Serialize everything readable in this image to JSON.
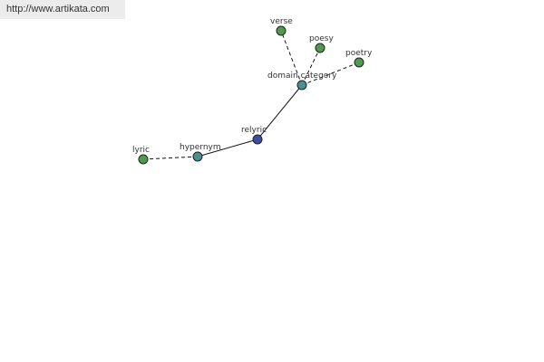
{
  "source_url": "http://www.artikata.com",
  "graph": {
    "nodes": [
      {
        "id": "relyric",
        "label": "relyric",
        "role": "center",
        "color": "#3a4fa0"
      },
      {
        "id": "hypernym",
        "label": "hypernym",
        "role": "relation",
        "color": "#4a9090"
      },
      {
        "id": "domain_category",
        "label": "domain category",
        "role": "relation",
        "color": "#4a9090"
      },
      {
        "id": "lyric",
        "label": "lyric",
        "role": "term",
        "color": "#4f9a4f"
      },
      {
        "id": "verse",
        "label": "verse",
        "role": "term",
        "color": "#4f9a4f"
      },
      {
        "id": "poesy",
        "label": "poesy",
        "role": "term",
        "color": "#4f9a4f"
      },
      {
        "id": "poetry",
        "label": "poetry",
        "role": "term",
        "color": "#4f9a4f"
      }
    ],
    "edges": [
      {
        "from": "relyric",
        "to": "hypernym",
        "style": "solid"
      },
      {
        "from": "relyric",
        "to": "domain_category",
        "style": "solid"
      },
      {
        "from": "hypernym",
        "to": "lyric",
        "style": "dashed"
      },
      {
        "from": "domain_category",
        "to": "verse",
        "style": "dashed"
      },
      {
        "from": "domain_category",
        "to": "poesy",
        "style": "dashed"
      },
      {
        "from": "domain_category",
        "to": "poetry",
        "style": "dashed"
      }
    ]
  }
}
